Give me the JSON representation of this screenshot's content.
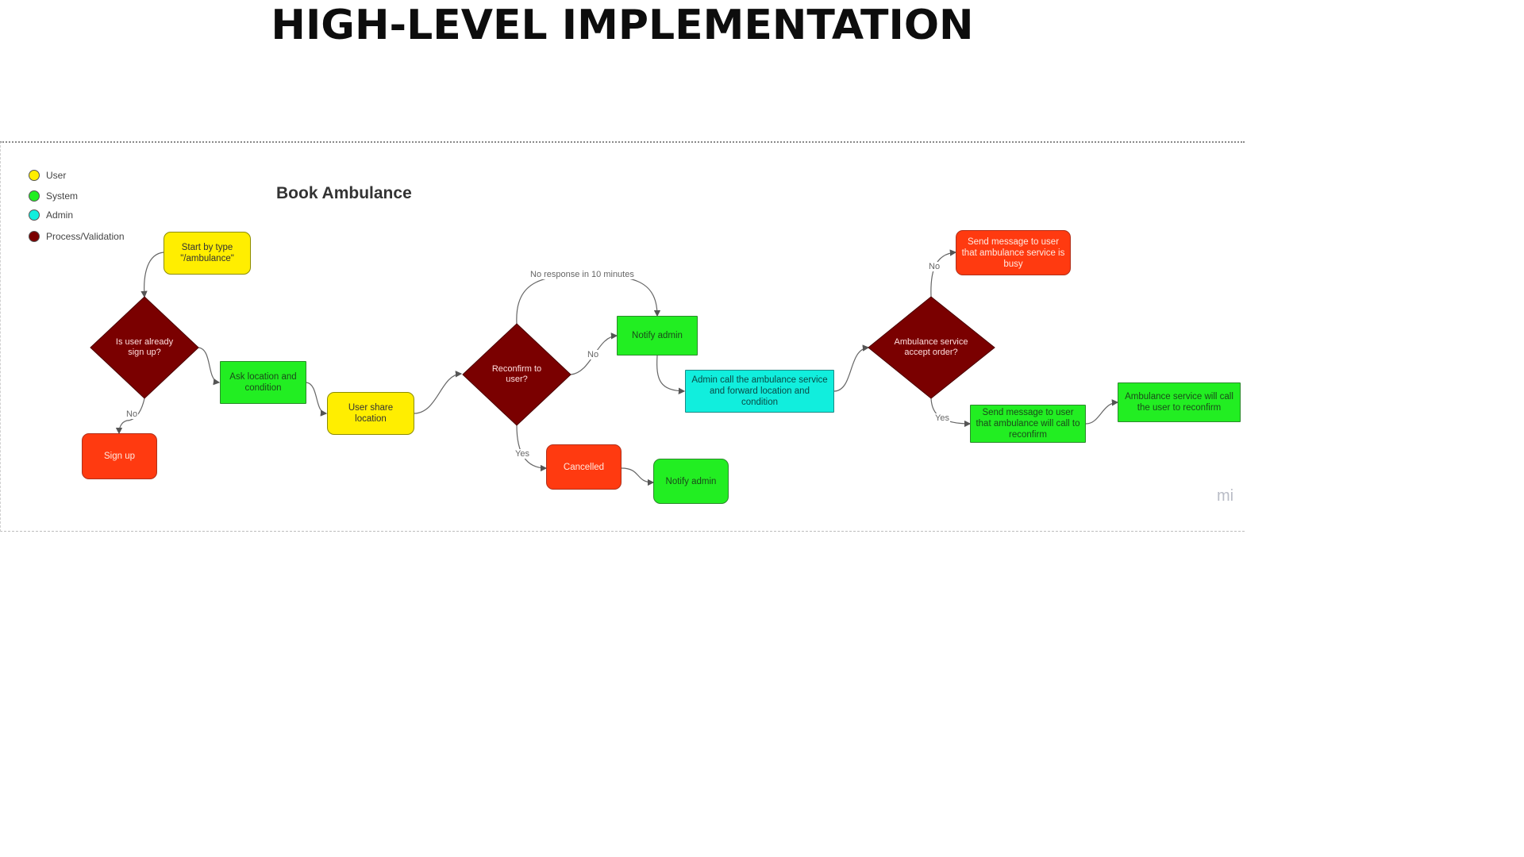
{
  "slide": {
    "title": "HIGH-LEVEL IMPLEMENTATION"
  },
  "diagram": {
    "title": "Book Ambulance",
    "watermark": "mi",
    "legend": [
      {
        "label": "User",
        "color": "#ffee00"
      },
      {
        "label": "System",
        "color": "#22ee22"
      },
      {
        "label": "Admin",
        "color": "#11eedd"
      },
      {
        "label": "Process/Validation",
        "color": "#7a0000"
      }
    ],
    "nodes": {
      "start": "Start by type \"/ambulance\"",
      "is_signed_up": "Is user already sign up?",
      "sign_up": "Sign up",
      "ask_location": "Ask location and condition",
      "share_location": "User share location",
      "reconfirm": "Reconfirm to user?",
      "cancelled": "Cancelled",
      "notify_admin_cancel": "Notify admin",
      "notify_admin": "Notify admin",
      "admin_call": "Admin call the ambulance service and forward location and condition",
      "service_accept": "Ambulance service accept order?",
      "msg_busy": "Send message to user that ambulance service is busy",
      "msg_reconfirm": "Send message to user that ambulance will call to reconfirm",
      "service_call": "Ambulance service will call the user to reconfirm"
    },
    "edge_labels": {
      "signup_no": "No",
      "reconfirm_no": "No",
      "reconfirm_yes": "Yes",
      "timeout": "No response in 10 minutes",
      "accept_no": "No",
      "accept_yes": "Yes"
    },
    "colors": {
      "user": "#ffee00",
      "system": "#22ee22",
      "admin": "#11eedd",
      "process": "#7a0000",
      "warning": "#ff3a10"
    }
  }
}
